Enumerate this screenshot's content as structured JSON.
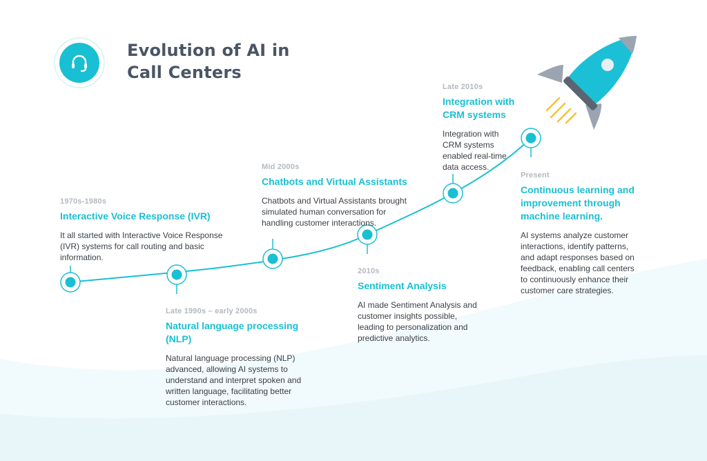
{
  "title": {
    "line1": "Evolution of AI in",
    "line2": "Call Centers"
  },
  "logo": {
    "icon": "headset-icon"
  },
  "colors": {
    "accent": "#19bfd3",
    "title": "#4a5565",
    "date": "#b3b9c0",
    "text": "#3a3f46",
    "rocket_body": "#1cc0d6",
    "rocket_fin": "#9ba5b1",
    "flame": "#f7c233"
  },
  "steps": [
    {
      "date": "1970s-1980s",
      "heading": "Interactive Voice Response (IVR)",
      "desc": "It all started with Interactive Voice Response (IVR) systems for call routing and basic information."
    },
    {
      "date": "Late 1990s – early 2000s",
      "heading": "Natural language processing (NLP)",
      "desc": "Natural language processing (NLP) advanced, allowing AI systems to understand and interpret spoken and written language, facilitating better customer interactions."
    },
    {
      "date": "Mid 2000s",
      "heading": "Chatbots and Virtual Assistants",
      "desc": "Chatbots and Virtual Assistants brought simulated human conversation for handling customer interactions."
    },
    {
      "date": "2010s",
      "heading": "Sentiment Analysis",
      "desc": "AI made Sentiment Analysis and customer insights possible, leading to personalization and predictive analytics."
    },
    {
      "date": "Late 2010s",
      "heading": "Integration with CRM systems",
      "desc": "Integration with CRM systems enabled real-time data access."
    },
    {
      "date": "Present",
      "heading": "Continuous learning and improvement through machine learning.",
      "desc": "AI systems analyze customer interactions, identify patterns, and adapt responses based on feedback, enabling call centers to continuously enhance their customer care strategies."
    }
  ]
}
